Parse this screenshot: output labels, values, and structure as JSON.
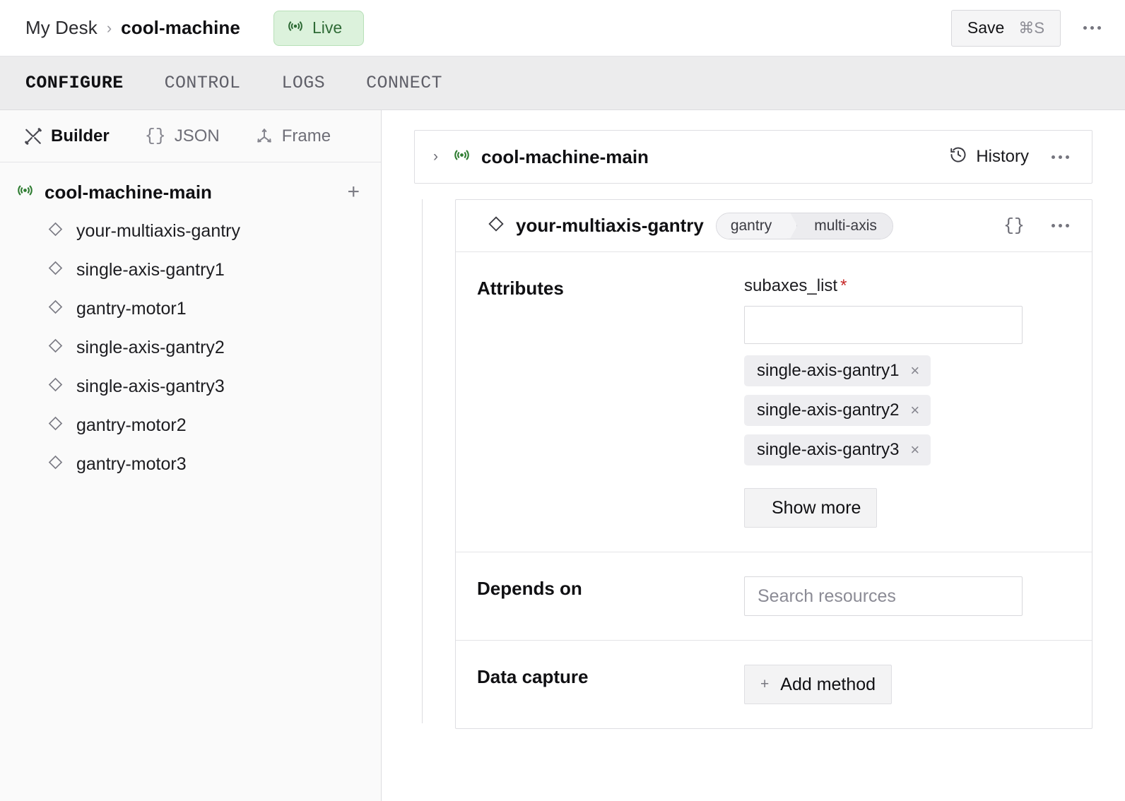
{
  "topbar": {
    "breadcrumb_root": "My Desk",
    "breadcrumb_sep": "›",
    "breadcrumb_current": "cool-machine",
    "live_label": "Live",
    "live_chevron": "ⱟ",
    "live_bg": "#dcf2dc",
    "live_fg": "#2f6b36",
    "save_label": "Save",
    "save_shortcut": "⌘S",
    "overflow": "…"
  },
  "tabs": [
    {
      "label": "CONFIGURE",
      "active": true
    },
    {
      "label": "CONTROL",
      "active": false
    },
    {
      "label": "LOGS",
      "active": false
    },
    {
      "label": "CONNECT",
      "active": false
    }
  ],
  "sidebar": {
    "tools": [
      {
        "label": "Builder",
        "icon": "tools-icon",
        "active": true
      },
      {
        "label": "JSON",
        "icon": "braces-icon",
        "active": false
      },
      {
        "label": "Frame",
        "icon": "axes-icon",
        "active": false
      }
    ],
    "root": {
      "label": "cool-machine-main",
      "add_label": "+"
    },
    "items": [
      {
        "label": "your-multiaxis-gantry"
      },
      {
        "label": "single-axis-gantry1"
      },
      {
        "label": "gantry-motor1"
      },
      {
        "label": "single-axis-gantry2"
      },
      {
        "label": "single-axis-gantry3"
      },
      {
        "label": "gantry-motor2"
      },
      {
        "label": "gantry-motor3"
      }
    ]
  },
  "main": {
    "machine_card": {
      "chevron": "›",
      "title": "cool-machine-main",
      "history_label": "History"
    },
    "resource": {
      "chevron": "ⱟ",
      "title": "your-multiaxis-gantry",
      "badge_type": "gantry",
      "badge_model": "multi-axis",
      "braces": "{}"
    },
    "attributes": {
      "section_label": "Attributes",
      "field_label": "subaxes_list",
      "required_mark": "*",
      "input_value": "",
      "chips": [
        {
          "label": "single-axis-gantry1",
          "remove": "×"
        },
        {
          "label": "single-axis-gantry2",
          "remove": "×"
        },
        {
          "label": "single-axis-gantry3",
          "remove": "×"
        }
      ],
      "show_more_label": "Show more",
      "show_more_icon": "ⱟ"
    },
    "depends_on": {
      "section_label": "Depends on",
      "placeholder": "Search resources",
      "chevron": "ⱟ"
    },
    "data_capture": {
      "section_label": "Data capture",
      "add_method_label": "Add method",
      "add_icon": "+"
    }
  }
}
